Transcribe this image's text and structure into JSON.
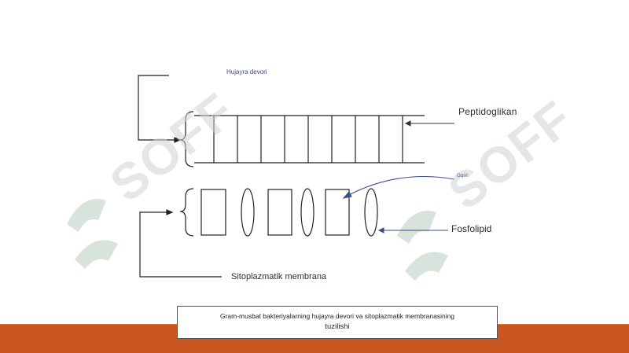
{
  "labels": {
    "cell_wall": "Hujayra devori",
    "peptidoglycan": "Peptidoglikan",
    "protein": "Oqsil",
    "phospholipid": "Fosfolipid",
    "membrane": "Sitoplazmatik membrana"
  },
  "caption": {
    "line1": "Gram-musbat bakteriyalarning hujayra devori va sitoplazmatik membranasining",
    "line2": "tuzilishi"
  },
  "watermark": {
    "text": "SOFF"
  },
  "colors": {
    "footer": "#c9561e",
    "footer_accent": "#e07a3a",
    "watermark": "#cfd2d4",
    "arrow": "#4a5a8a"
  }
}
